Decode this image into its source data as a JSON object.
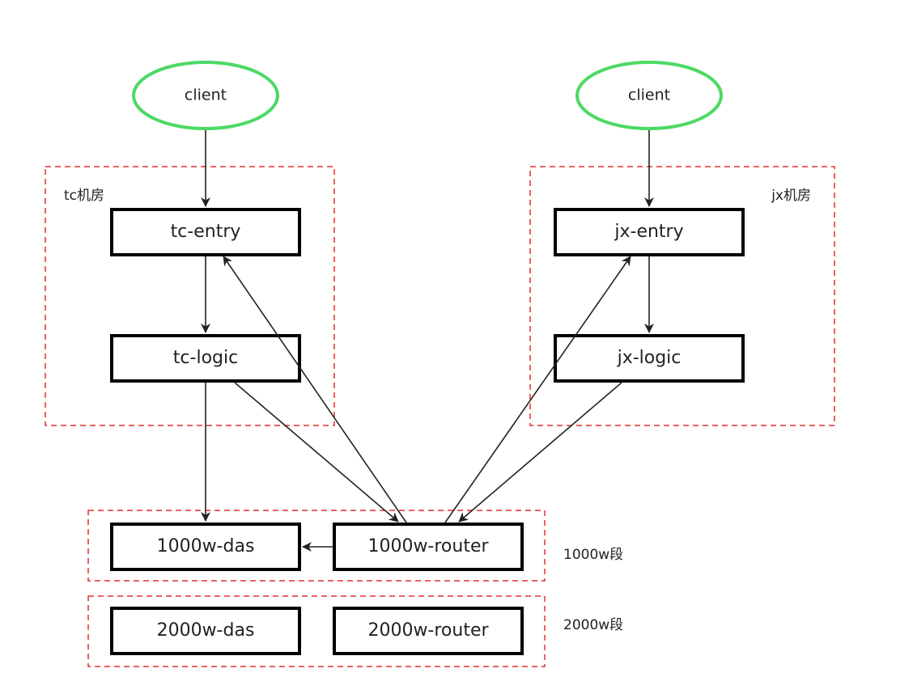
{
  "clients": {
    "left": "client",
    "right": "client"
  },
  "zones": {
    "tc": "tc机房",
    "jx": "jx机房"
  },
  "nodes": {
    "tc_entry": "tc-entry",
    "tc_logic": "tc-logic",
    "jx_entry": "jx-entry",
    "jx_logic": "jx-logic",
    "das_1000w": "1000w-das",
    "router_1000w": "1000w-router",
    "das_2000w": "2000w-das",
    "router_2000w": "2000w-router"
  },
  "segments": {
    "seg_1000w": "1000w段",
    "seg_2000w": "2000w段"
  },
  "colors": {
    "client_stroke": "#4cd964",
    "zone_stroke": "#e0302d",
    "node_stroke": "#000000",
    "edge": "#222222"
  }
}
